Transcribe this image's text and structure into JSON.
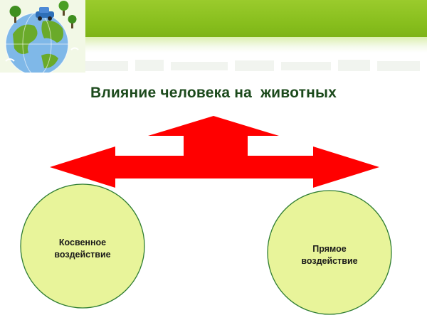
{
  "slide": {
    "title": "Влияние человека на  животных"
  },
  "diagram": {
    "nodes": [
      {
        "id": "indirect",
        "line1": "Косвенное",
        "line2": "воздействие"
      },
      {
        "id": "direct",
        "line1": "Прямое",
        "line2": "воздействие"
      }
    ],
    "arrow_style": "double-headed-with-up-arrow",
    "colors": {
      "arrow": "#ff0000",
      "circle_fill": "#e8f49a",
      "circle_stroke": "#2e7d32",
      "header_green": "#8dc21f",
      "title": "#1c4a1c"
    },
    "icons": [
      "globe-icon",
      "tree-icon",
      "car-icon"
    ]
  }
}
